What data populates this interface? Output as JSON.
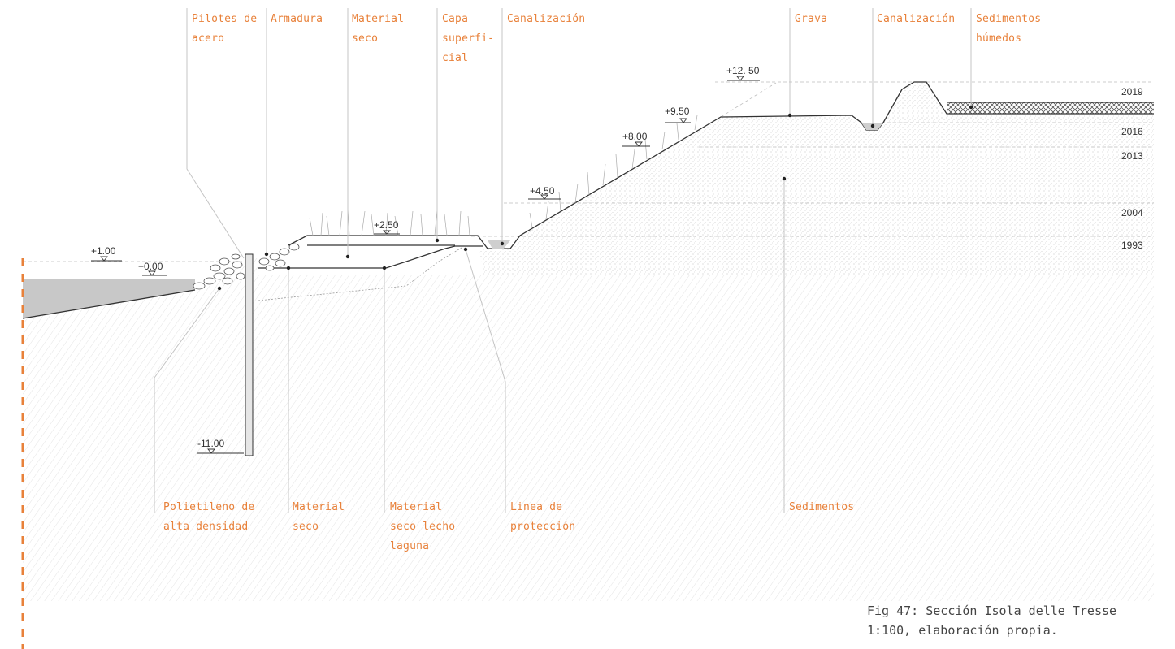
{
  "colors": {
    "label": "#e8813a",
    "leader": "#bdbdbd",
    "ink": "#333333",
    "water": "#c8c8c8",
    "hatch": "#777777"
  },
  "labels": {
    "top": [
      {
        "name": "pilotes-de-acero",
        "lines": [
          "Pilotes de",
          "acero"
        ]
      },
      {
        "name": "armadura",
        "lines": [
          "Armadura"
        ]
      },
      {
        "name": "material-seco-top",
        "lines": [
          "Material",
          "seco"
        ]
      },
      {
        "name": "capa-superficial",
        "lines": [
          "Capa",
          "superfi-",
          "cial"
        ]
      },
      {
        "name": "canalizacion-1",
        "lines": [
          "Canalización"
        ]
      },
      {
        "name": "grava",
        "lines": [
          "Grava"
        ]
      },
      {
        "name": "canalizacion-2",
        "lines": [
          "Canalización"
        ]
      },
      {
        "name": "sedimentos-humedos",
        "lines": [
          "Sedimentos",
          "húmedos"
        ]
      }
    ],
    "bottom": [
      {
        "name": "polietileno",
        "lines": [
          "Polietileno de",
          "alta densidad"
        ]
      },
      {
        "name": "material-seco-bottom",
        "lines": [
          "Material",
          "seco"
        ]
      },
      {
        "name": "material-seco-lecho",
        "lines": [
          "Material",
          "seco lecho",
          "laguna"
        ]
      },
      {
        "name": "linea-proteccion",
        "lines": [
          "Linea de",
          "protección"
        ]
      },
      {
        "name": "sedimentos",
        "lines": [
          "Sedimentos"
        ]
      }
    ]
  },
  "levels": [
    "+1.00",
    "+0.00",
    "+2.50",
    "+4.50",
    "+8.00",
    "+9.50",
    "+12. 50",
    "-11.00"
  ],
  "years": [
    "2019",
    "2016",
    "2013",
    "2004",
    "1993"
  ],
  "caption": {
    "line1": "Fig 47: Sección Isola delle Tresse",
    "line2": "1:100, elaboración propia."
  }
}
